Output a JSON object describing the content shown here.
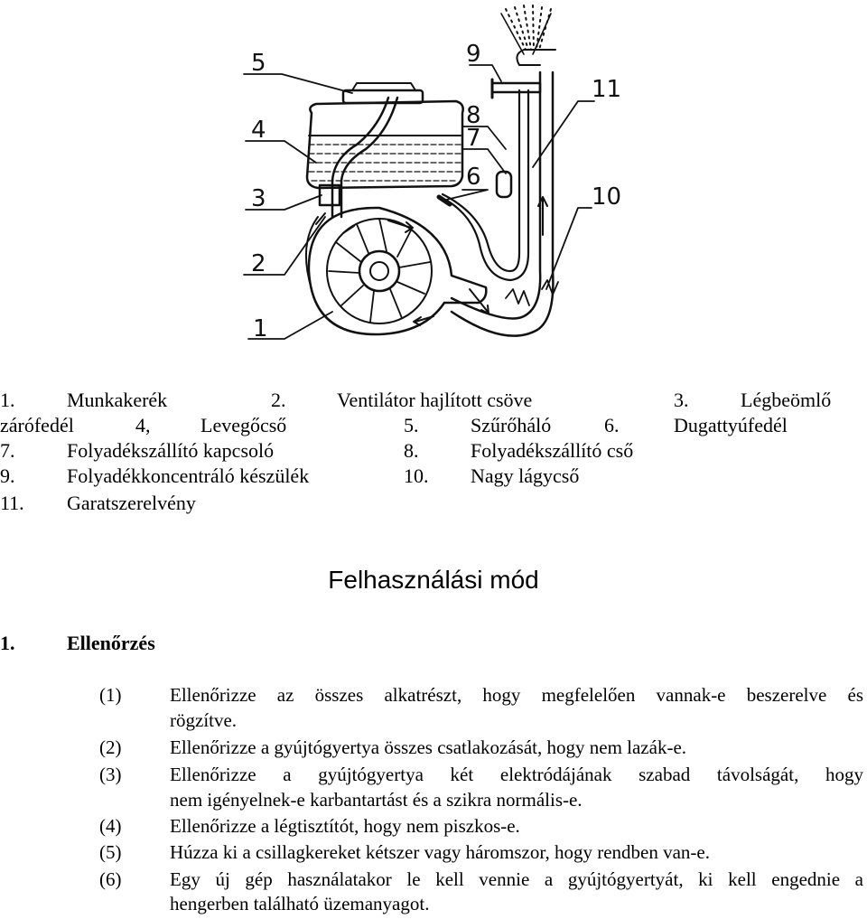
{
  "diagram": {
    "labels": [
      "1",
      "2",
      "3",
      "4",
      "5",
      "6",
      "7",
      "8",
      "9",
      "10",
      "11"
    ]
  },
  "legend": {
    "l1_a": "1.",
    "l1_b": "Munkakerék",
    "l1_c": "2.",
    "l1_d": "Ventilátor hajlított csöve",
    "l1_e": "3.",
    "l1_f": "Légbeömlő",
    "l2_a": "zárófedél",
    "l2_b": "4,",
    "l2_c": "Levegőcső",
    "l2_d": "5.",
    "l2_e": "Szűrőháló",
    "l2_f": "6.",
    "l2_g": "Dugattyúfedél",
    "l3_a": "7.",
    "l3_b": "Folyadékszállító kapcsoló",
    "l3_c": "8.",
    "l3_d": "Folyadékszállító cső",
    "l4_a": "9.",
    "l4_b": "Folyadékkoncentráló készülék",
    "l4_c": "10.",
    "l4_d": "Nagy lágycső",
    "l5_a": "11.",
    "l5_b": "Garatszerelvény"
  },
  "title": "Felhasználási mód",
  "section": {
    "number": "1.",
    "title": "Ellenőrzés"
  },
  "items": [
    {
      "num": "(1)",
      "line1": "Ellenőrizze az összes alkatrészt, hogy megfelelően vannak-e beszerelve és",
      "line2": "rögzítve."
    },
    {
      "num": "(2)",
      "line1": "Ellenőrizze a gyújtógyertya összes csatlakozását, hogy nem lazák-e."
    },
    {
      "num": "(3)",
      "line1": "Ellenőrizze a gyújtógyertya két elektródájának szabad távolságát, hogy",
      "line2": "nem igényelnek-e karbantartást és a szikra normális-e."
    },
    {
      "num": "(4)",
      "line1": "Ellenőrizze a légtisztítót, hogy nem piszkos-e."
    },
    {
      "num": "(5)",
      "line1": "Húzza ki a csillagkereket kétszer vagy háromszor, hogy rendben van-e."
    },
    {
      "num": "(6)",
      "line1": "Egy új gép használatakor le kell vennie a gyújtógyertyát, ki kell engednie a",
      "line2": "hengerben található üzemanyagot."
    }
  ]
}
